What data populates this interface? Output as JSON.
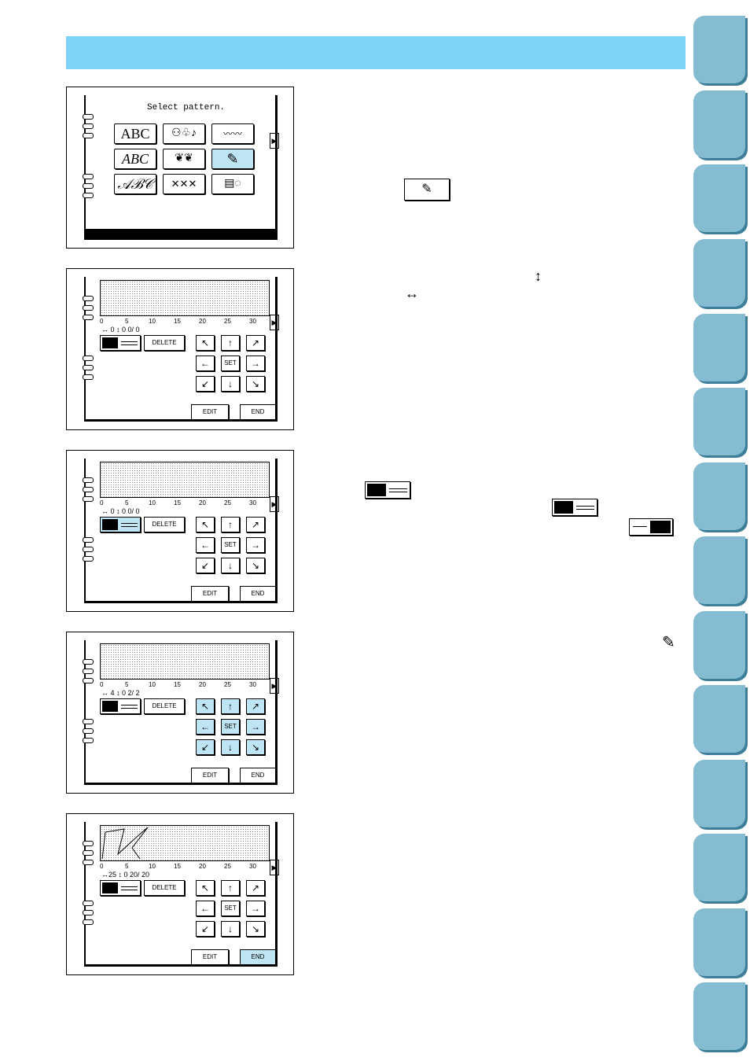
{
  "screen1": {
    "title": "Select pattern.",
    "patterns": [
      "ABC",
      "⚇♧♪",
      "〰〰",
      "ABC",
      "❦❦",
      "✎",
      "𝒜ℬ𝒞",
      "✕✕✕",
      "▤◌"
    ]
  },
  "ruler": {
    "ticks": [
      "0",
      "5",
      "10",
      "15",
      "20",
      "25",
      "30"
    ]
  },
  "screen2": {
    "readout": "↔ 0 ↕ 0      0/   0"
  },
  "screen3": {
    "readout": "↔ 0 ↕ 0      0/   0"
  },
  "screen4": {
    "readout": "↔ 4 ↕ 0      2/   2"
  },
  "screen5": {
    "readout": "↔25 ↕ 0     20/  20"
  },
  "buttons": {
    "delete": "DELETE",
    "set": "SET",
    "edit": "EDIT",
    "end": "END"
  },
  "icons": {
    "arrows": [
      "↖",
      "↑",
      "↗",
      "←",
      "→",
      "↙",
      "↓",
      "↘"
    ],
    "vertical_arrow": "↕",
    "horizontal_arrow": "↔",
    "pencil": "✎",
    "tab_arrow": "▶"
  }
}
